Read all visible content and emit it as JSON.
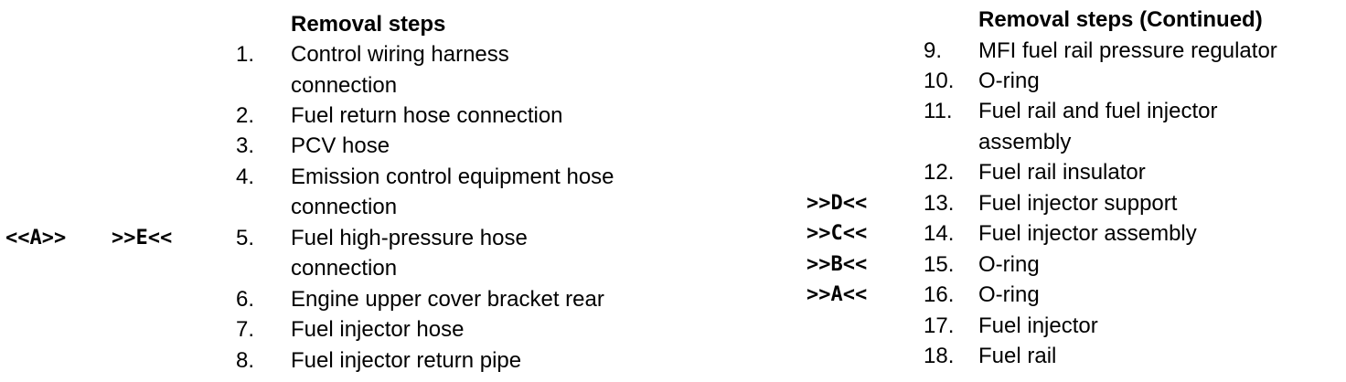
{
  "left": {
    "heading": "Removal steps",
    "steps": [
      {
        "num": "1.",
        "lines": [
          "Control wiring harness",
          "connection"
        ]
      },
      {
        "num": "2.",
        "lines": [
          "Fuel return hose connection"
        ]
      },
      {
        "num": "3.",
        "lines": [
          "PCV hose"
        ]
      },
      {
        "num": "4.",
        "lines": [
          "Emission control equipment hose",
          "connection"
        ]
      },
      {
        "num": "5.",
        "lines": [
          "Fuel high-pressure hose",
          "connection"
        ],
        "marks": [
          "<<A>>",
          ">>E<<"
        ]
      },
      {
        "num": "6.",
        "lines": [
          "Engine upper cover bracket rear"
        ]
      },
      {
        "num": "7.",
        "lines": [
          "Fuel injector hose"
        ]
      },
      {
        "num": "8.",
        "lines": [
          "Fuel injector return pipe"
        ]
      }
    ]
  },
  "right": {
    "heading": "Removal steps (Continued)",
    "steps": [
      {
        "num": "9.",
        "lines": [
          "MFI fuel rail pressure regulator"
        ]
      },
      {
        "num": "10.",
        "lines": [
          "O-ring"
        ]
      },
      {
        "num": "11.",
        "lines": [
          "Fuel rail and fuel injector",
          "assembly"
        ]
      },
      {
        "num": "12.",
        "lines": [
          "Fuel rail insulator"
        ]
      },
      {
        "num": "13.",
        "lines": [
          "Fuel injector support"
        ],
        "mark": ">>D<<"
      },
      {
        "num": "14.",
        "lines": [
          "Fuel injector assembly"
        ],
        "mark": ">>C<<"
      },
      {
        "num": "15.",
        "lines": [
          "O-ring"
        ],
        "mark": ">>B<<"
      },
      {
        "num": "16.",
        "lines": [
          "O-ring"
        ],
        "mark": ">>A<<"
      },
      {
        "num": "17.",
        "lines": [
          "Fuel injector"
        ]
      },
      {
        "num": "18.",
        "lines": [
          "Fuel rail"
        ]
      }
    ]
  }
}
